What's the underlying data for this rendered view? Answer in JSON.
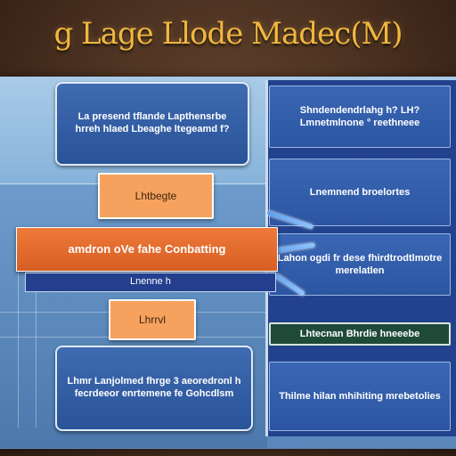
{
  "title": "g Lage Llode Madec(M)",
  "left": {
    "top_box": "La presend tflande Lapthensrbe hrreh hlaed Lbeaghe ltegeamd f?",
    "label_upper": "Lhtbegte",
    "wide_bar": "amdron oVe fahe Conbatting",
    "strip": "Lnenne h",
    "label_lower": "Lhrrvl",
    "bottom_box": "Lhmr Lanjolmed fhrge 3 aeoredronl h fecrdeeor enrtemene fe Gohcdlsm"
  },
  "right": {
    "box1": "Shndendendrlahg h? LH? Lmnetmlnone ° reethneee",
    "box2": "Lnemnend broelortes",
    "box3": "Lahon ogdi fr dese fhirdtrodtlmotre merelatlen",
    "box4": "Lhtecnan Bhrdie hneeebe",
    "box5": "Thilme hilan mhihiting mrebetolies"
  },
  "colors": {
    "title": "#f2b640",
    "box_blue": "#2f5aa0",
    "box_orange": "#f6a25e",
    "bar_orange": "#e06a2c",
    "panel_navy": "#23428e",
    "green_box": "#1f4a3a"
  }
}
